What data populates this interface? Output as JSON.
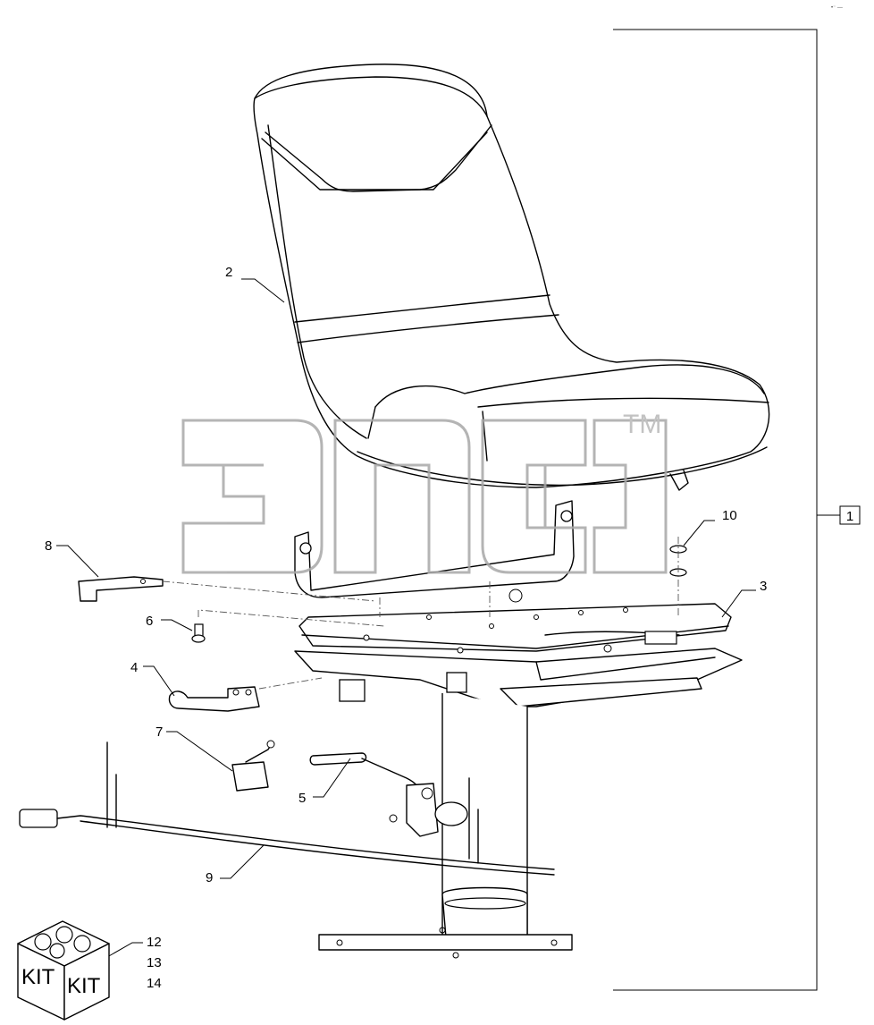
{
  "corner_mark": "•⁻ —",
  "watermark": {
    "trademark": "TM"
  },
  "assembly_box_label": "1",
  "callouts": {
    "c2": "2",
    "c3": "3",
    "c4": "4",
    "c5": "5",
    "c6": "6",
    "c7": "7",
    "c8": "8",
    "c9": "9",
    "c10": "10",
    "c12": "12",
    "c13": "13",
    "c14": "14"
  },
  "kit_box": {
    "left_face": "KIT",
    "right_face": "KIT"
  }
}
